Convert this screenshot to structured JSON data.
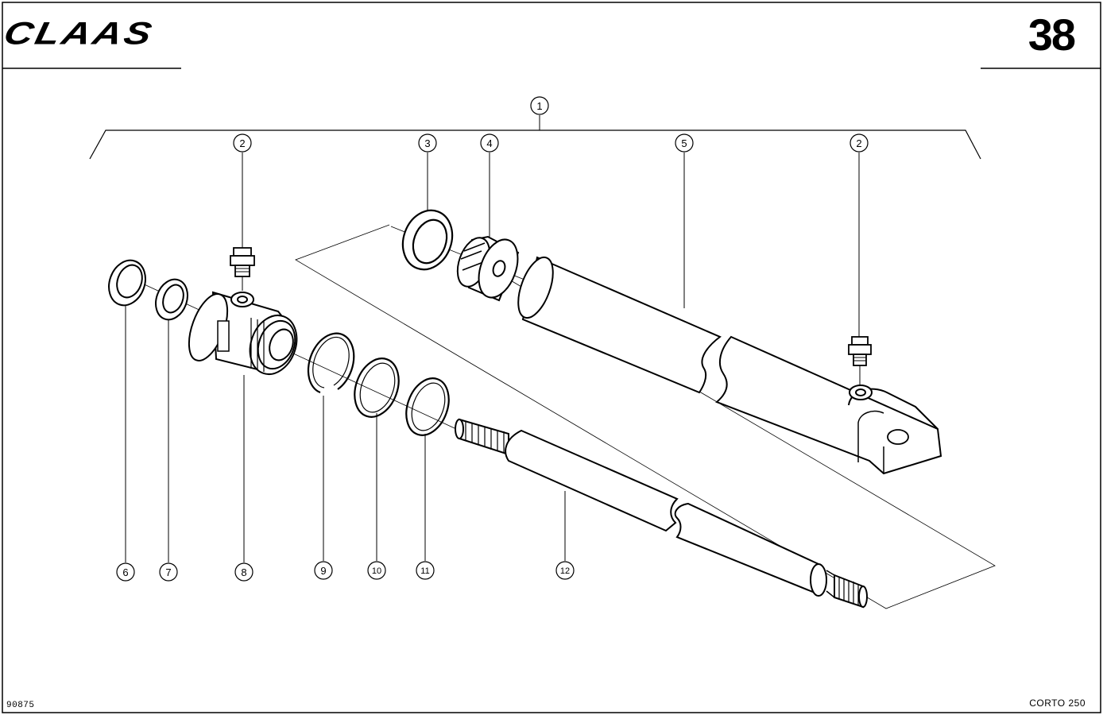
{
  "header": {
    "brand": "CLAAS",
    "page_number": "38"
  },
  "footer": {
    "ref_code": "90875",
    "model": "CORTO 250"
  },
  "callouts": [
    {
      "id": "c1",
      "label": "1"
    },
    {
      "id": "c2a",
      "label": "2"
    },
    {
      "id": "c3",
      "label": "3"
    },
    {
      "id": "c4",
      "label": "4"
    },
    {
      "id": "c5",
      "label": "5"
    },
    {
      "id": "c2b",
      "label": "2"
    },
    {
      "id": "c6",
      "label": "6"
    },
    {
      "id": "c7",
      "label": "7"
    },
    {
      "id": "c8",
      "label": "8"
    },
    {
      "id": "c9",
      "label": "9"
    },
    {
      "id": "c10",
      "label": "10"
    },
    {
      "id": "c11",
      "label": "11"
    },
    {
      "id": "c12",
      "label": "12"
    }
  ]
}
